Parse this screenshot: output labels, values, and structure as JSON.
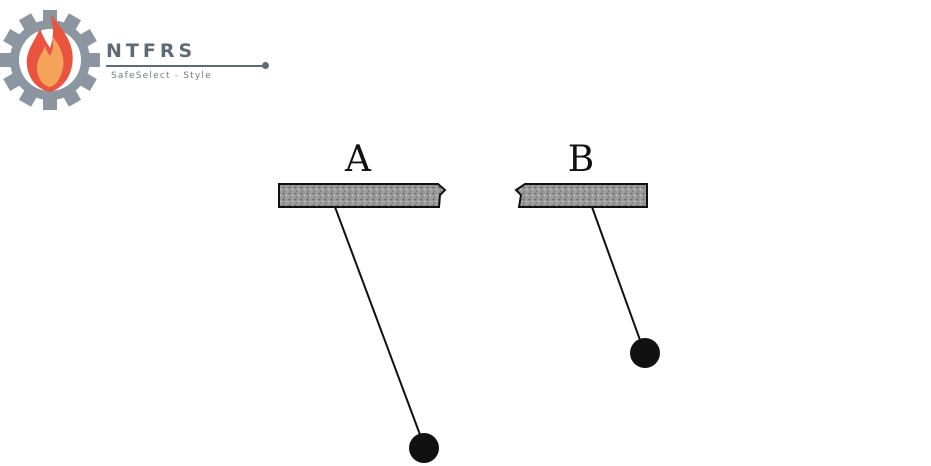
{
  "logo": {
    "name": "NTFRS",
    "tagline": "SafeSelect - Style",
    "colors": {
      "gear": "#8c96a0",
      "flame_outer": "#e9533f",
      "flame_inner": "#f5a35a",
      "text": "#5d6b76"
    }
  },
  "diagram": {
    "pendulums": [
      {
        "label": "A"
      },
      {
        "label": "B"
      }
    ]
  }
}
